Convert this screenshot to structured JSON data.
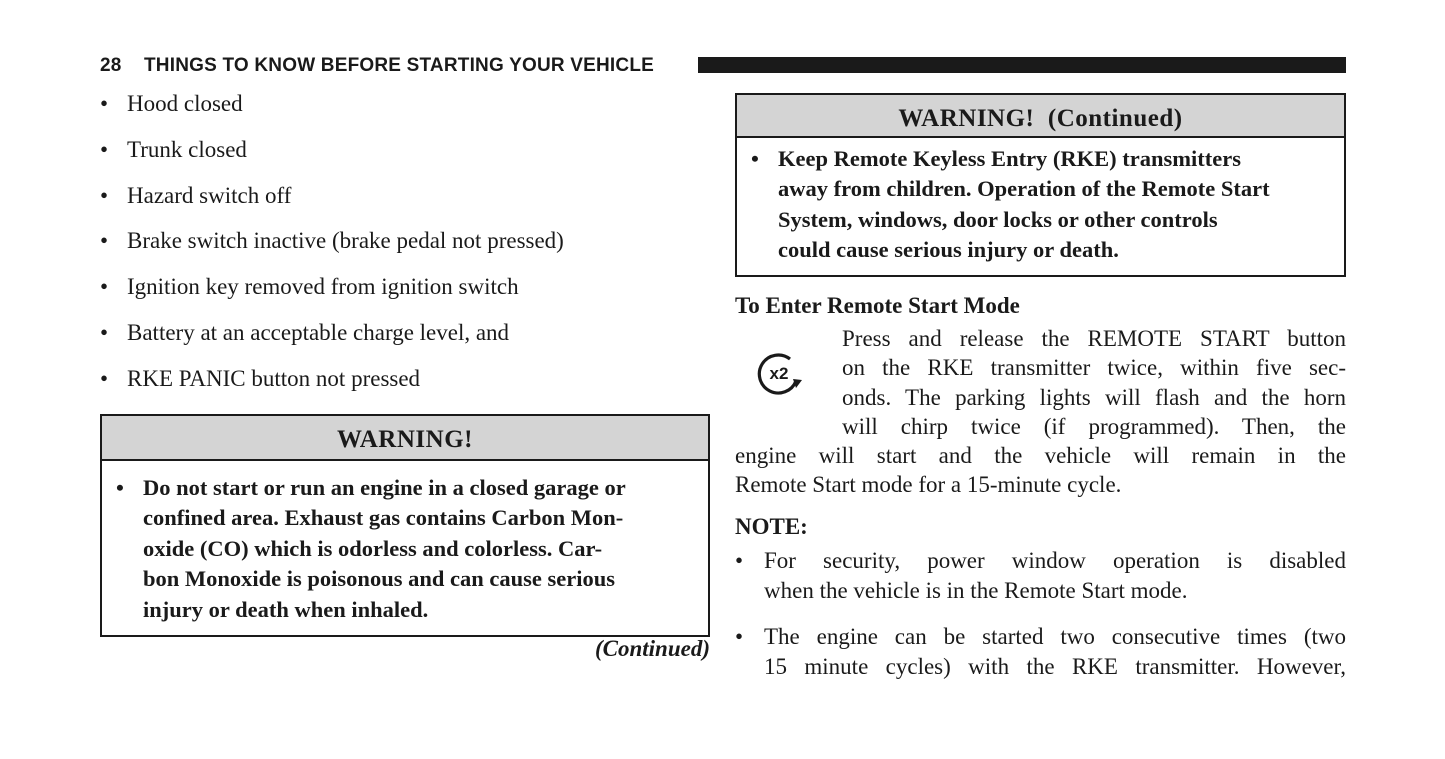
{
  "header": {
    "page_number": "28",
    "title": "THINGS TO KNOW BEFORE STARTING YOUR VEHICLE"
  },
  "left_column": {
    "conditions": [
      "Hood closed",
      "Trunk closed",
      "Hazard switch off",
      "Brake switch inactive (brake pedal not pressed)",
      "Ignition key removed from ignition switch",
      "Battery at an acceptable charge level, and",
      "RKE PANIC button not pressed"
    ],
    "warning": {
      "title": "WARNING!",
      "bullet_lines": [
        "Do not start or run an engine in a closed garage or",
        "confined area. Exhaust gas contains Carbon Mon-",
        "oxide (CO) which is odorless and colorless. Car-",
        "bon Monoxide is poisonous and can cause serious",
        "injury or death when inhaled."
      ]
    },
    "continued_label": "(Continued)"
  },
  "right_column": {
    "warning": {
      "title": "WARNING!  (Continued)",
      "bullet_lines": [
        "Keep Remote Keyless Entry (RKE) transmitters",
        "away from children. Operation of the Remote Start",
        "System, windows, door locks or other controls",
        "could cause serious injury or death."
      ]
    },
    "section_heading": "To Enter Remote Start Mode",
    "icon": {
      "name": "remote-start-x2-icon",
      "label": "x2"
    },
    "instruction_lines": [
      "Press and release the REMOTE START button",
      "on the RKE transmitter twice, within five sec-",
      "onds. The parking lights will flash and the horn",
      "will chirp twice (if programmed). Then, the",
      "engine will start and the vehicle will remain in the",
      "Remote Start mode for a 15-minute cycle."
    ],
    "note_label": "NOTE:",
    "notes": [
      {
        "lines": [
          "For security, power window operation is disabled",
          "when the vehicle is in the Remote Start mode."
        ]
      },
      {
        "lines": [
          "The engine can be started two consecutive times (two",
          "15 minute cycles) with the RKE transmitter. However,"
        ]
      }
    ]
  }
}
